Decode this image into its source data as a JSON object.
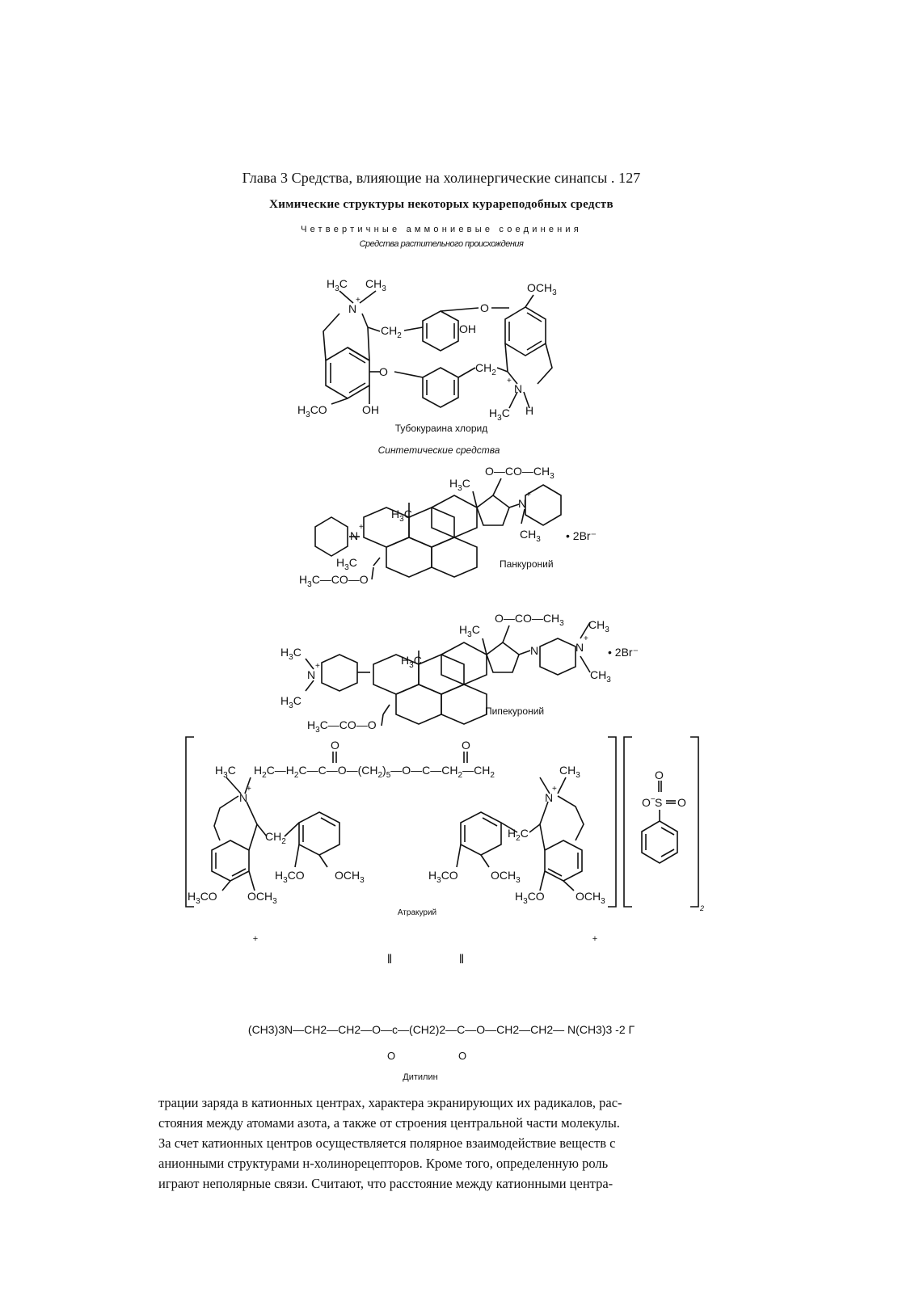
{
  "header": {
    "running_head": "Глава 3 Средства, влияющие на холинергические синапсы . 127"
  },
  "section": {
    "title": "Химические структуры некоторых курареподобных средств",
    "subtitle": "Четвертичные аммониевые соединения",
    "plant_origin": "Средства растительного происхождения",
    "synthetic": "Синтетические средства"
  },
  "compounds": {
    "tubocurarine": "Тубокураина хлорид",
    "pancuronium": "Панкуроний",
    "pipecuronium": "Пипекуроний",
    "atracurium": "Атракурий",
    "dithylin": "Дитилин"
  },
  "formula_fragments": {
    "plus": "+",
    "double_bar": "‖",
    "dithylin_formula": "(CH3)3N—CH2—CH2—O—c—(CH2)2—C—O—CH2—CH2— N(CH3)3 -2 Г",
    "carbonyl_o": "O",
    "two_br": "• 2Br⁻",
    "atracurium_index": "2"
  },
  "body": {
    "lines": [
      "трации заряда в катионных центрах, характера экранирующих их радикалов, рас-",
      "стояния между атомами азота, а также от строения центральной части молекулы.",
      "За счет катионных центров осуществляется полярное взаимодействие веществ с",
      "анионными структурами н-холинорецепторов. Кроме того, определенную роль",
      "играют неполярные связи. Считают, что расстояние между катионными центра-"
    ]
  }
}
